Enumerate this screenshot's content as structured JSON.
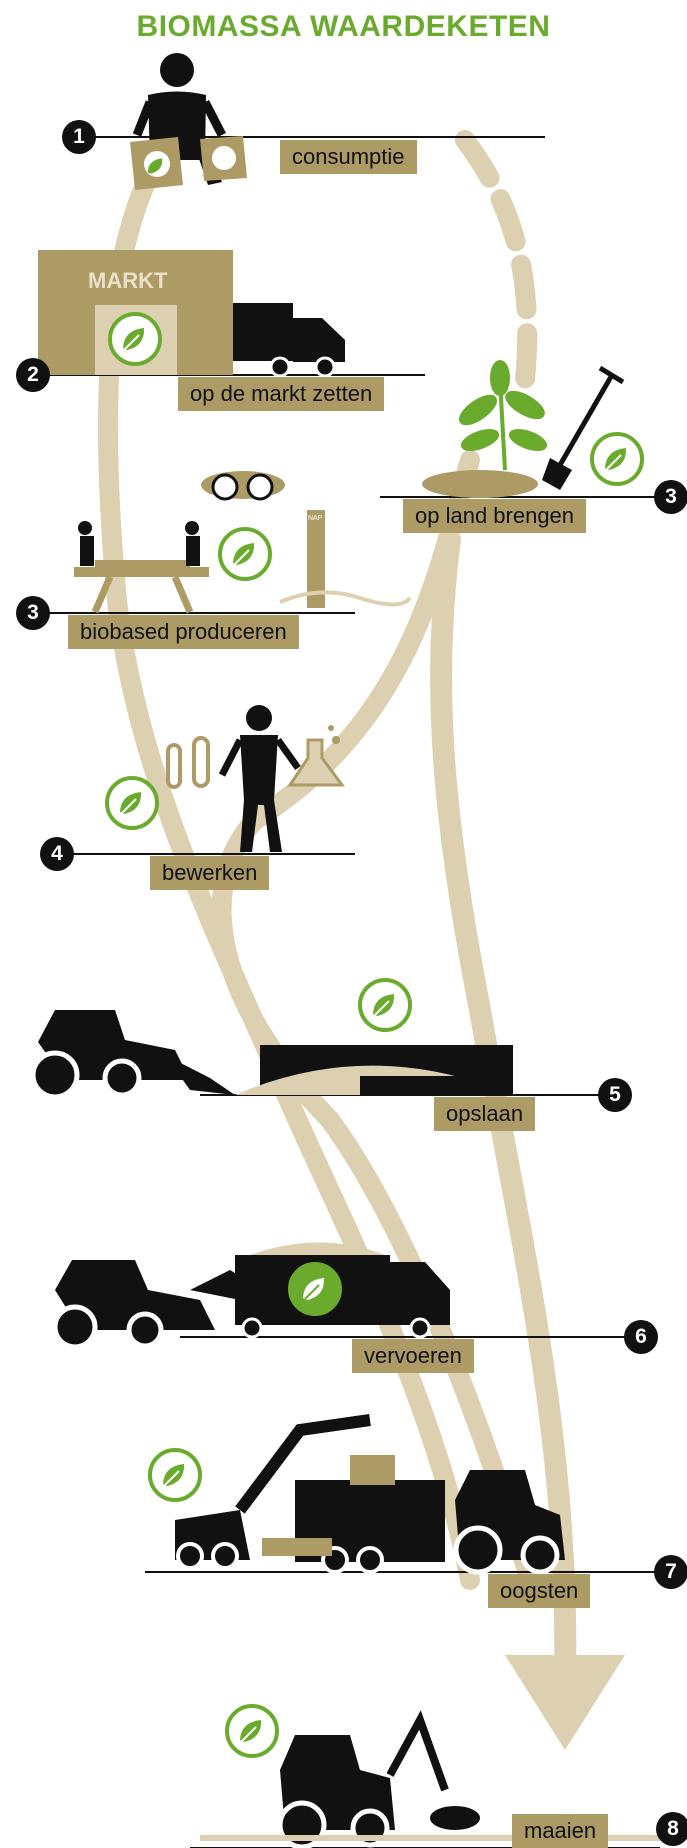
{
  "title": "BIOMASSA WAARDEKETEN",
  "colors": {
    "green": "#6aab2e",
    "tan": "#ad9b66",
    "beige": "#dcd0b0",
    "black": "#111111"
  },
  "markt_sign": "MARKT",
  "nap_label": "NAP",
  "steps": [
    {
      "number": "1",
      "label": "consumptie"
    },
    {
      "number": "2",
      "label": "op de markt zetten"
    },
    {
      "number": "3",
      "label": "op land brengen"
    },
    {
      "number": "3",
      "label": "biobased produceren"
    },
    {
      "number": "4",
      "label": "bewerken"
    },
    {
      "number": "5",
      "label": "opslaan"
    },
    {
      "number": "6",
      "label": "vervoeren"
    },
    {
      "number": "7",
      "label": "oogsten"
    },
    {
      "number": "8",
      "label": "maaien"
    }
  ],
  "icons": [
    "leaf-badge-icon",
    "person-with-bags-icon",
    "market-building-icon",
    "truck-icon",
    "plant-icon",
    "shovel-icon",
    "picnic-table-icon",
    "water-gauge-icon",
    "scientist-icon",
    "test-tube-icon",
    "flask-icon",
    "tractor-loader-icon",
    "storage-pile-icon",
    "harvester-crane-icon",
    "mower-tractor-icon"
  ]
}
